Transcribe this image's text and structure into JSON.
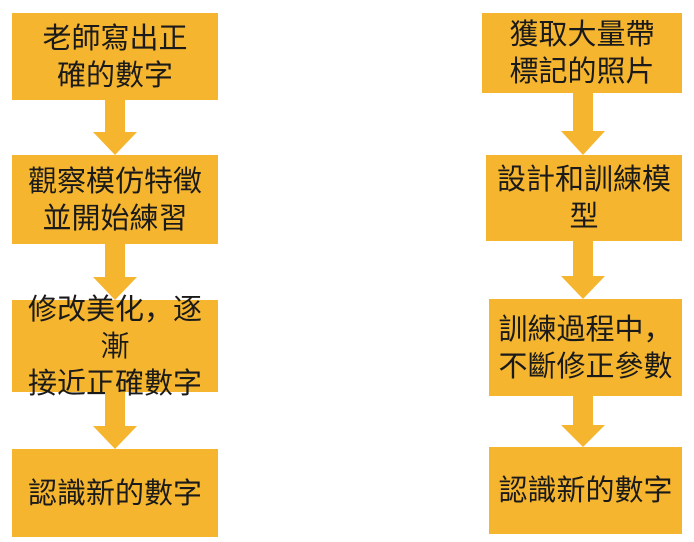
{
  "left_steps": [
    {
      "label": "老師寫出正\n確的數字"
    },
    {
      "label": "觀察模仿特徵\n並開始練習"
    },
    {
      "label": "修改美化，逐漸\n接近正確數字"
    },
    {
      "label": "認識新的數字"
    }
  ],
  "right_steps": [
    {
      "label": "獲取大量帶\n標記的照片"
    },
    {
      "label": "設計和訓練模\n型"
    },
    {
      "label": "訓練過程中，\n不斷修正參數"
    },
    {
      "label": "認識新的數字"
    }
  ],
  "colors": {
    "box_fill": "#f5b52f",
    "arrow_fill": "#f5b52f",
    "text": "#1a1a1a"
  }
}
